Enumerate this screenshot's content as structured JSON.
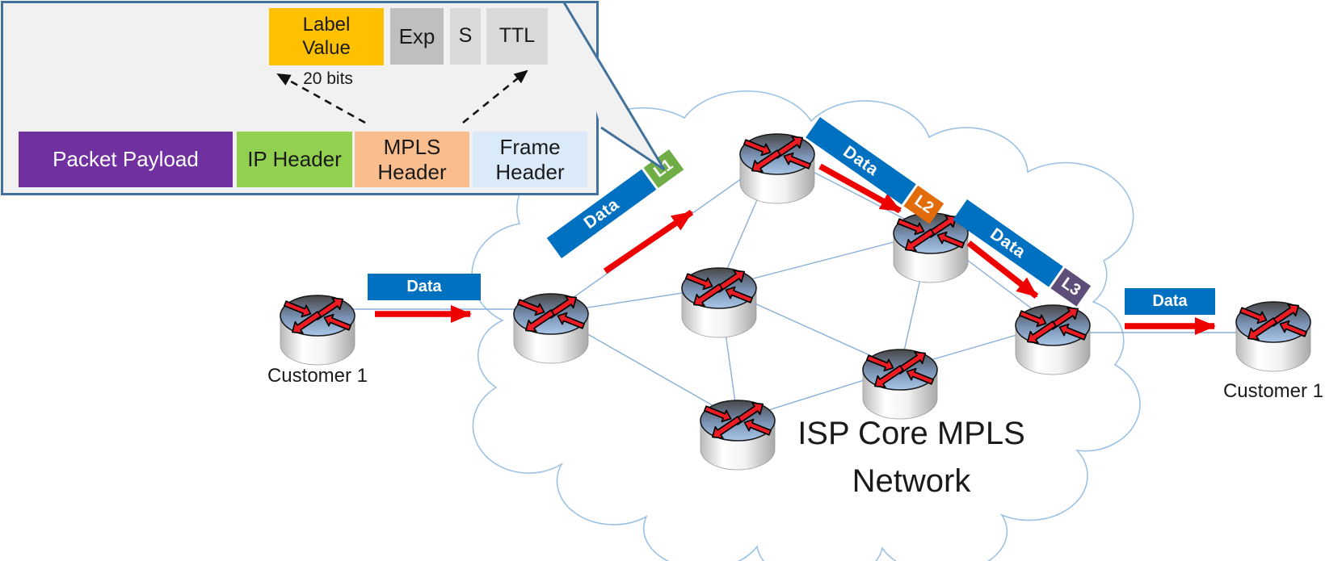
{
  "title": {
    "line1": "ISP Core MPLS",
    "line2": "Network"
  },
  "customers": {
    "left_label": "Customer 1",
    "right_label": "Customer 1"
  },
  "callout": {
    "fields": [
      {
        "label": "Label\nValue",
        "bg": "#FFC000",
        "fg": "#1A1A1A"
      },
      {
        "label": "Exp",
        "bg": "#BFBFBF",
        "fg": "#1A1A1A"
      },
      {
        "label": "S",
        "bg": "#D9D9D9",
        "fg": "#1A1A1A"
      },
      {
        "label": "TTL",
        "bg": "#D9D9D9",
        "fg": "#1A1A1A"
      }
    ],
    "bits_note": "20 bits",
    "stack": [
      {
        "label": "Packet Payload",
        "bg": "#7030A0",
        "fg": "#FFFFFF"
      },
      {
        "label": "IP Header",
        "bg": "#92D050",
        "fg": "#1A1A1A"
      },
      {
        "label": "MPLS\nHeader",
        "bg": "#FABE8E",
        "fg": "#1A1A1A"
      },
      {
        "label": "Frame\nHeader",
        "bg": "#DAEAF8",
        "fg": "#1A1A1A"
      }
    ]
  },
  "flows": {
    "ingress": {
      "label": "Data"
    },
    "egress": {
      "label": "Data"
    },
    "packets": [
      {
        "data": "Data",
        "tag": "L1",
        "tag_bg": "#70AD47"
      },
      {
        "data": "Data",
        "tag": "L2",
        "tag_bg": "#E36C0A"
      },
      {
        "data": "Data",
        "tag": "L3",
        "tag_bg": "#5D4E79"
      }
    ]
  },
  "colors": {
    "data_blue": "#0070C0",
    "arrow_red": "#EE0000",
    "cloud_outline": "#9CC2E5",
    "link_line": "#89AFD7",
    "callout_border": "#41719C",
    "callout_bg": "#F1F1F2",
    "router_arrow_red": "#ED1C24"
  }
}
